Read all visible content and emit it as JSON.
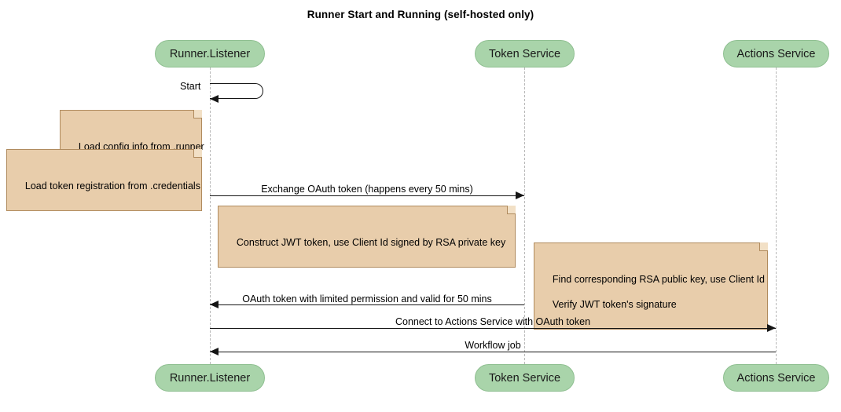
{
  "diagram": {
    "kind": "sequence-diagram",
    "title": "Runner Start and Running (self-hosted only)",
    "colors": {
      "participant_fill": "#a9d4aa",
      "participant_border": "#8fbf91",
      "note_fill": "#e8cdab",
      "note_border": "#b08b5e",
      "lifeline": "#b8b8b8",
      "arrow": "#151515",
      "background": "#ffffff"
    },
    "participants": [
      {
        "id": "runner",
        "label": "Runner.Listener"
      },
      {
        "id": "token",
        "label": "Token Service"
      },
      {
        "id": "actions",
        "label": "Actions Service"
      }
    ],
    "participants_bottom": [
      {
        "id": "runner",
        "label": "Runner.Listener"
      },
      {
        "id": "token",
        "label": "Token Service"
      },
      {
        "id": "actions",
        "label": "Actions Service"
      }
    ],
    "steps": [
      {
        "type": "self-message",
        "from": "runner",
        "to": "runner",
        "label": "Start"
      },
      {
        "type": "note",
        "attached_to": "runner",
        "position": "left",
        "lines": [
          "Load config info from .runner"
        ]
      },
      {
        "type": "note",
        "attached_to": "runner",
        "position": "left",
        "lines": [
          "Load token registration from .credentials"
        ]
      },
      {
        "type": "message",
        "from": "runner",
        "to": "token",
        "direction": "right",
        "label": "Exchange OAuth token (happens every 50 mins)"
      },
      {
        "type": "note",
        "attached_to": "runner",
        "position": "right",
        "lines": [
          "Construct JWT token, use Client Id signed by RSA private key"
        ]
      },
      {
        "type": "note",
        "attached_to": "token",
        "position": "right",
        "lines": [
          "Find corresponding RSA public key, use Client Id",
          "Verify JWT token's signature"
        ]
      },
      {
        "type": "message",
        "from": "token",
        "to": "runner",
        "direction": "left",
        "label": "OAuth token with limited permission and valid for 50 mins"
      },
      {
        "type": "message",
        "from": "runner",
        "to": "actions",
        "direction": "right",
        "label": "Connect to Actions Service with OAuth token"
      },
      {
        "type": "message",
        "from": "actions",
        "to": "runner",
        "direction": "left",
        "label": "Workflow job"
      }
    ]
  }
}
